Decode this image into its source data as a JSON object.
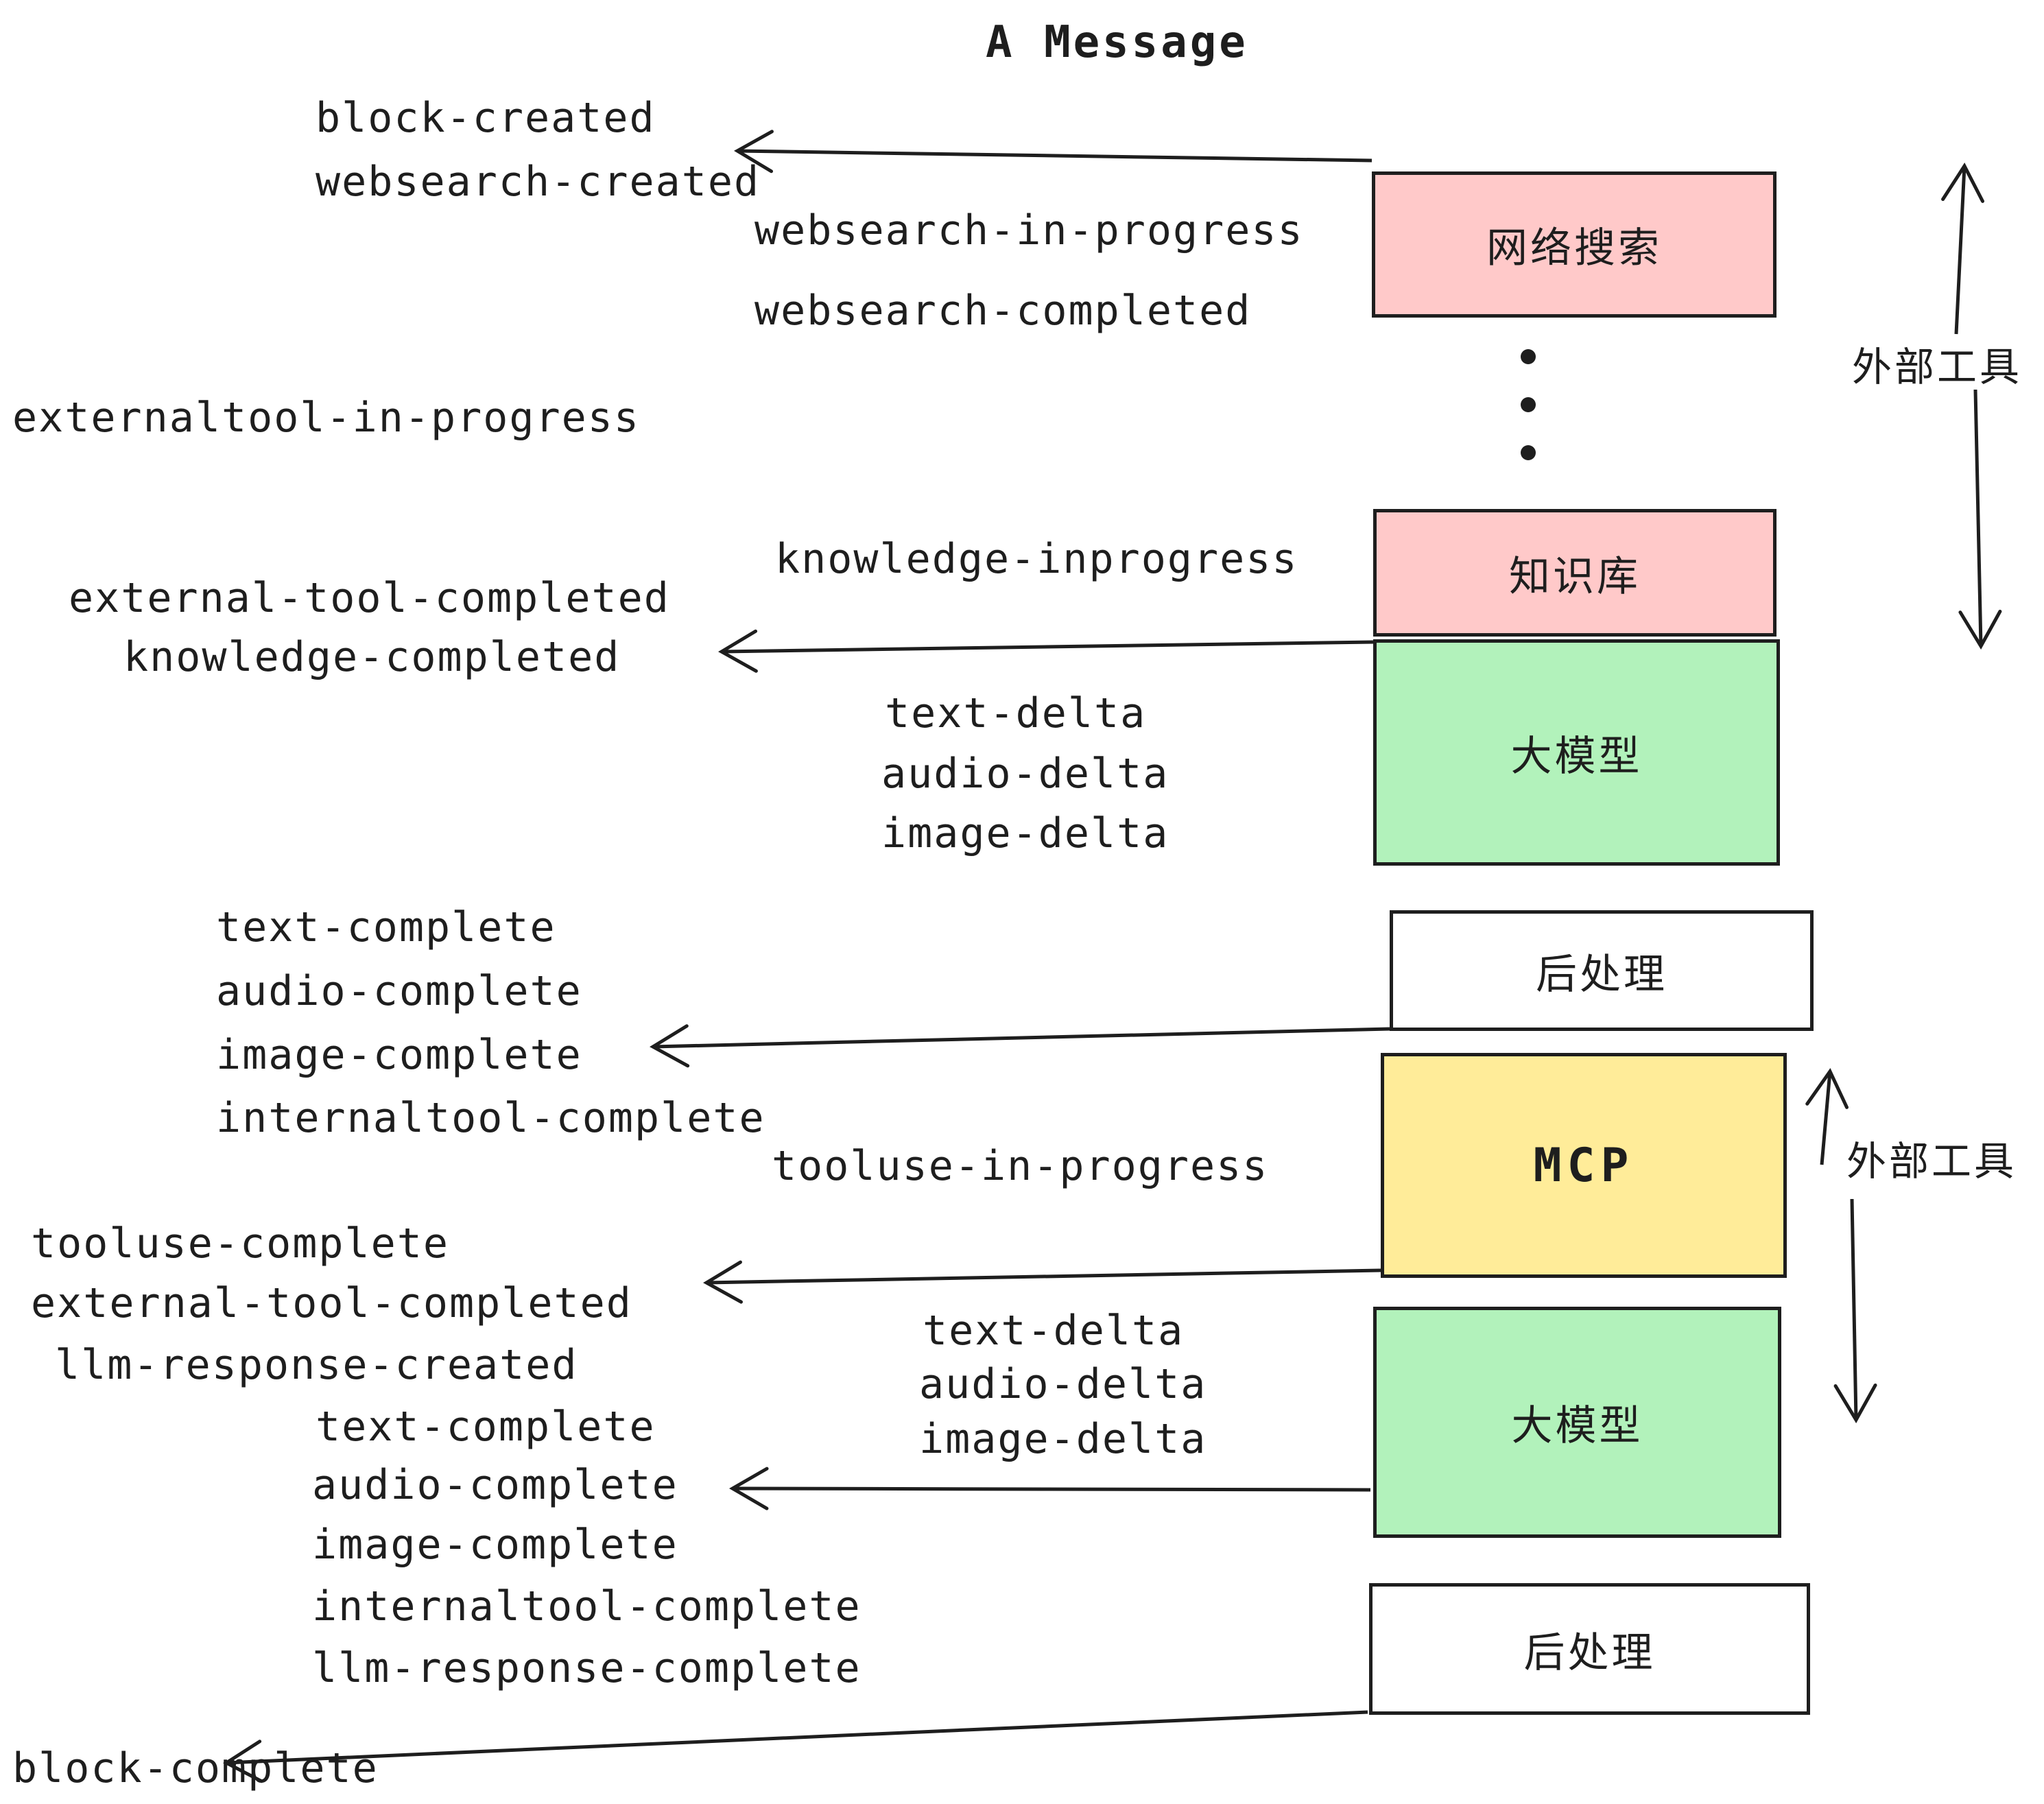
{
  "title": "A Message",
  "colors": {
    "ink": "#1e1e1e",
    "box_pink": "#ffc9c9",
    "box_green": "#b2f2bb",
    "box_yellow": "#ffec99",
    "box_white": "#ffffff",
    "background": "#ffffff"
  },
  "boxes": {
    "websearch": "网络搜索",
    "knowledge": "知识库",
    "llm_top": "大模型",
    "post_top": "后处理",
    "mcp": "MCP",
    "llm_bottom": "大模型",
    "post_bottom": "后处理"
  },
  "side": {
    "external_tools_top": "外部工具",
    "external_tools_bottom": "外部工具"
  },
  "events": {
    "block_created": "block-created",
    "websearch_created": "websearch-created",
    "websearch_in_progress": "websearch-in-progress",
    "websearch_completed": "websearch-completed",
    "externaltool_in_progress": "externaltool-in-progress",
    "knowledge_inprogress": "knowledge-inprogress",
    "external_tool_completed_1": "external-tool-completed",
    "knowledge_completed": "knowledge-completed",
    "text_delta_1": "text-delta",
    "audio_delta_1": "audio-delta",
    "image_delta_1": "image-delta",
    "text_complete_1": "text-complete",
    "audio_complete_1": "audio-complete",
    "image_complete_1": "image-complete",
    "internaltool_complete_1": "internaltool-complete",
    "tooluse_in_progress": "tooluse-in-progress",
    "tooluse_complete": "tooluse-complete",
    "external_tool_completed_2": "external-tool-completed",
    "llm_response_created": "llm-response-created",
    "text_complete_2": "text-complete",
    "text_delta_2": "text-delta",
    "audio_delta_2": "audio-delta",
    "image_delta_2": "image-delta",
    "audio_complete_2": "audio-complete",
    "image_complete_2": "image-complete",
    "internaltool_complete_2": "internaltool-complete",
    "llm_response_complete": "llm-response-complete",
    "block_complete": "block-complete"
  }
}
